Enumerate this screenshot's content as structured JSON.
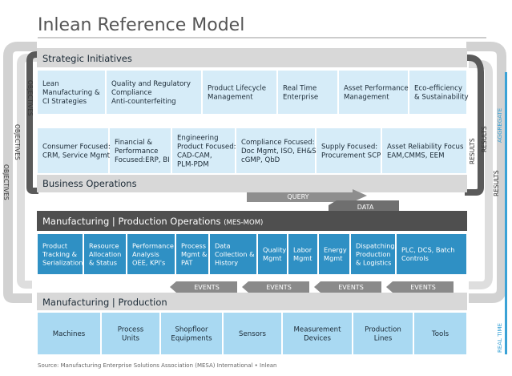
{
  "title": "Inlean Reference Model",
  "source": "Source: Manufacturing Enterprise Solutions Association (MESA) International • Inlean",
  "layers": {
    "strategic": "Strategic Initiatives",
    "business": "Business Operations",
    "mom": "Manufacturing | Production Operations",
    "mom_suffix": "(MES-MOM)",
    "production": "Manufacturing | Production"
  },
  "strategic_items": [
    [
      "Lean",
      "Manufacturing &",
      "CI Strategies"
    ],
    [
      "Quality and Regulatory",
      "Compliance",
      "Anti-counterfeiting"
    ],
    [
      "Product Lifecycle",
      "Management"
    ],
    [
      "Real Time",
      "Enterprise"
    ],
    [
      "Asset Performance",
      "Management"
    ],
    [
      "Eco-efficiency",
      "& Sustainability"
    ]
  ],
  "business_items": [
    [
      "Consumer Focused:",
      "CRM, Service Mgmt"
    ],
    [
      "Financial &",
      "Performance",
      "Focused:ERP, BI"
    ],
    [
      "Engineering",
      "Product Focused:",
      "CAD-CAM,",
      "PLM-PDM"
    ],
    [
      "Compliance Focused:",
      "Doc Mgmt, ISO, EH&S",
      "cGMP, QbD"
    ],
    [
      "Supply Focused:",
      "Procurement SCP"
    ],
    [
      "Asset Reliability Focus",
      "EAM,CMMS, EEM"
    ]
  ],
  "mom_items": [
    [
      "Product",
      "Tracking &",
      "Serialization"
    ],
    [
      "Resource",
      "Allocation",
      "& Status"
    ],
    [
      "Performance",
      "Analysis",
      "OEE, KPI's"
    ],
    [
      "Process",
      "Mgmt &",
      "PAT"
    ],
    [
      "Data",
      "Collection &",
      "History"
    ],
    [
      "Quality",
      "Mgmt"
    ],
    [
      "Labor",
      "Mgmt"
    ],
    [
      "Energy",
      "Mgmt"
    ],
    [
      "Dispatching",
      "Production",
      "& Logistics"
    ],
    [
      "PLC, DCS, Batch",
      "Controls"
    ]
  ],
  "production_items": [
    [
      "Machines"
    ],
    [
      "Process",
      "Units"
    ],
    [
      "Shopfloor",
      "Equipments"
    ],
    [
      "Sensors"
    ],
    [
      "Measurement",
      "Devices"
    ],
    [
      "Production",
      "Lines"
    ],
    [
      "Tools"
    ]
  ],
  "flows": {
    "objectives": "OBJECTIVES",
    "results": "RESULTS",
    "query": "QUERY",
    "data": "DATA",
    "events": "EVENTS",
    "aggregate": "AGGREGATE",
    "real_time": "REAL TIME"
  },
  "colors": {
    "light_blue": "#d6ecf8",
    "mid_blue": "#2f90c4",
    "pale_blue": "#a9d9f2",
    "dark_gray": "#4f4f4f",
    "band_gray": "#d8d8d8",
    "arrow_gray": "#c9c9c9",
    "accent_blue": "#3aa2d6"
  }
}
